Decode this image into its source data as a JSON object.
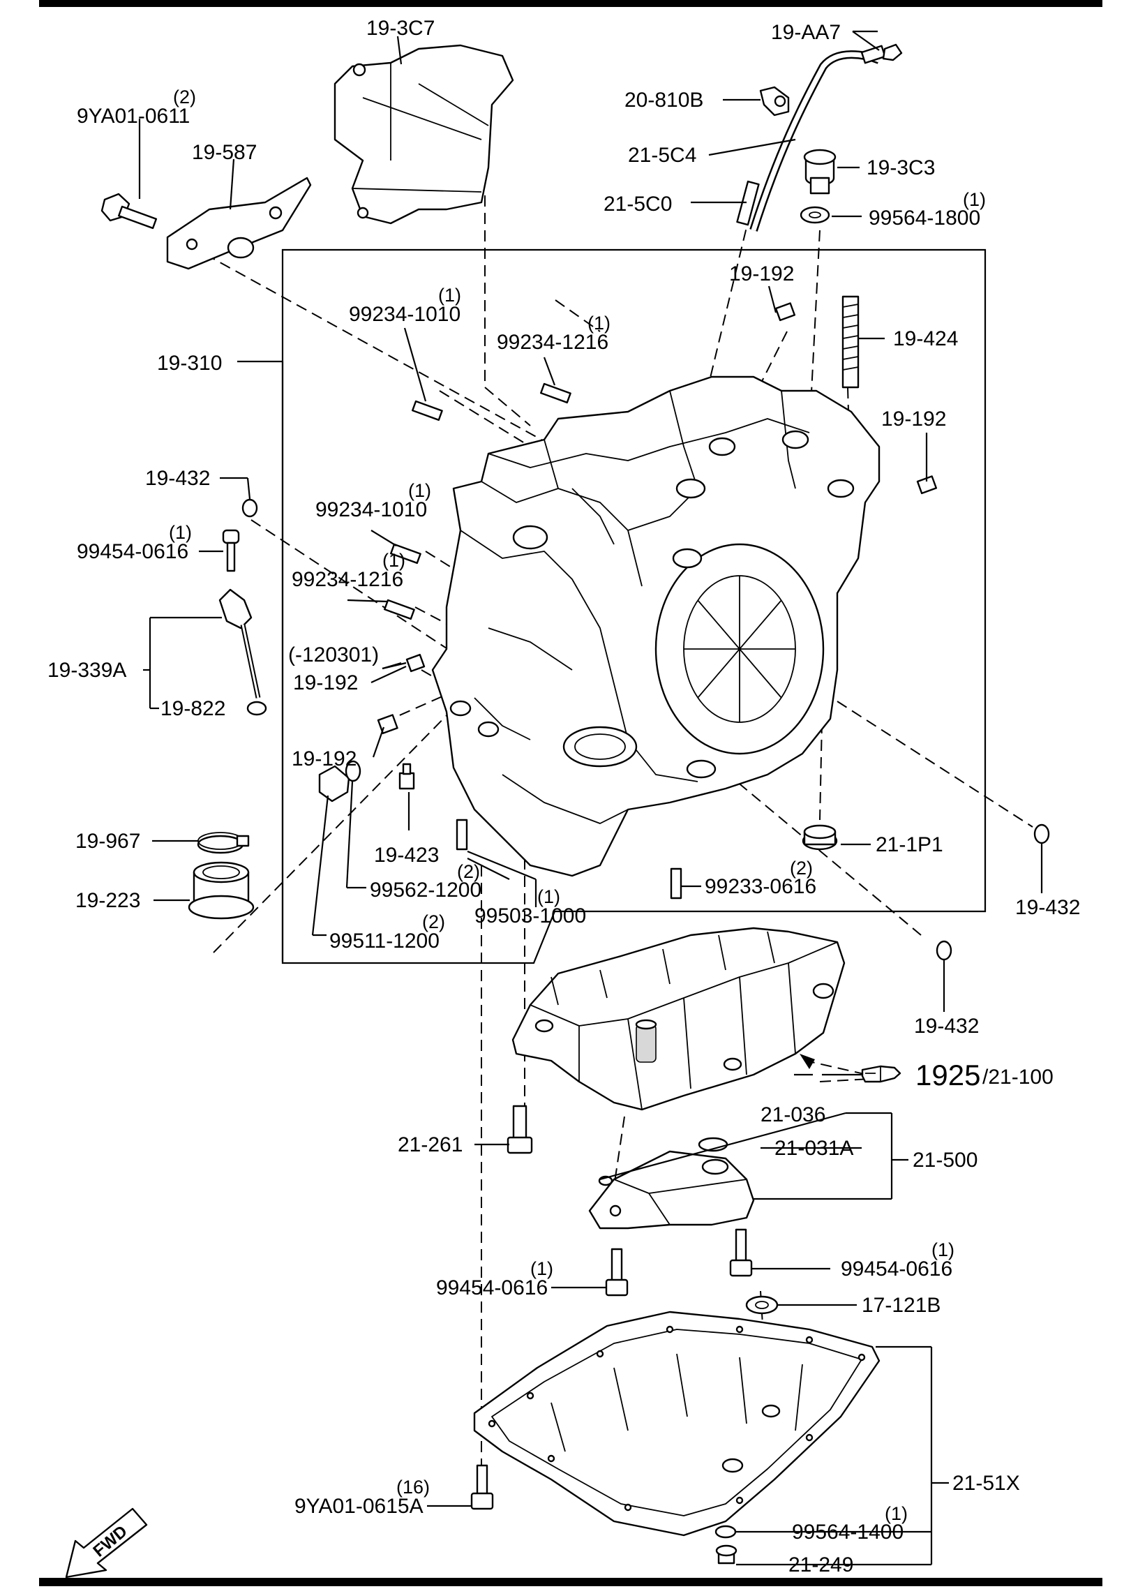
{
  "labels": {
    "l_19_3C7": "19-3C7",
    "l_19_AA7": "19-AA7",
    "l_9YA01_0611": "9YA01-0611",
    "q_9YA01_0611": "(2)",
    "l_19_587": "19-587",
    "l_20_810B": "20-810B",
    "l_21_5C4": "21-5C4",
    "l_19_3C3": "19-3C3",
    "l_21_5C0": "21-5C0",
    "l_99564_1800": "99564-1800",
    "q_99564_1800": "(1)",
    "l_19_192_a": "19-192",
    "l_99234_1010_a": "99234-1010",
    "q_99234_1010_a": "(1)",
    "l_99234_1216_a": "99234-1216",
    "q_99234_1216_a": "(1)",
    "l_19_424": "19-424",
    "l_19_310": "19-310",
    "l_19_192_b": "19-192",
    "l_19_432_a": "19-432",
    "l_99234_1010_b": "99234-1010",
    "q_99234_1010_b": "(1)",
    "l_99454_0616_a": "99454-0616",
    "q_99454_0616_a": "(1)",
    "l_99234_1216_b": "99234-1216",
    "q_99234_1216_b": "(1)",
    "l_19_339A": "19-339A",
    "l_120301": "(-120301)",
    "l_19_192_c": "19-192",
    "l_19_822": "19-822",
    "l_19_192_d": "19-192",
    "l_19_967": "19-967",
    "l_19_423": "19-423",
    "l_21_1P1": "21-1P1",
    "l_19_223": "19-223",
    "l_99562_1200": "99562-1200",
    "q_99562_1200": "(2)",
    "l_99503_1000": "99503-1000",
    "q_99503_1000": "(1)",
    "l_99233_0616": "99233-0616",
    "q_99233_0616": "(2)",
    "l_19_432_b": "19-432",
    "l_99511_1200": "99511-1200",
    "q_99511_1200": "(2)",
    "l_19_432_c": "19-432",
    "ref_num": "1925",
    "ref_page": "/21-100",
    "l_21_036": "21-036",
    "l_21_261": "21-261",
    "l_21_031A": "21-031A",
    "l_21_500": "21-500",
    "l_99454_0616_b": "99454-0616",
    "q_99454_0616_b": "(1)",
    "l_99454_0616_c": "99454-0616",
    "q_99454_0616_c": "(1)",
    "l_17_121B": "17-121B",
    "l_21_51X": "21-51X",
    "l_9YA01_0615A": "9YA01-0615A",
    "q_9YA01_0615A": "(16)",
    "l_99564_1400": "99564-1400",
    "q_99564_1400": "(1)",
    "l_21_249": "21-249",
    "fwd": "FWD"
  },
  "icons": {
    "pointing_hand": "pointing-hand-icon",
    "fwd_arrow": "fwd-arrow-icon"
  }
}
